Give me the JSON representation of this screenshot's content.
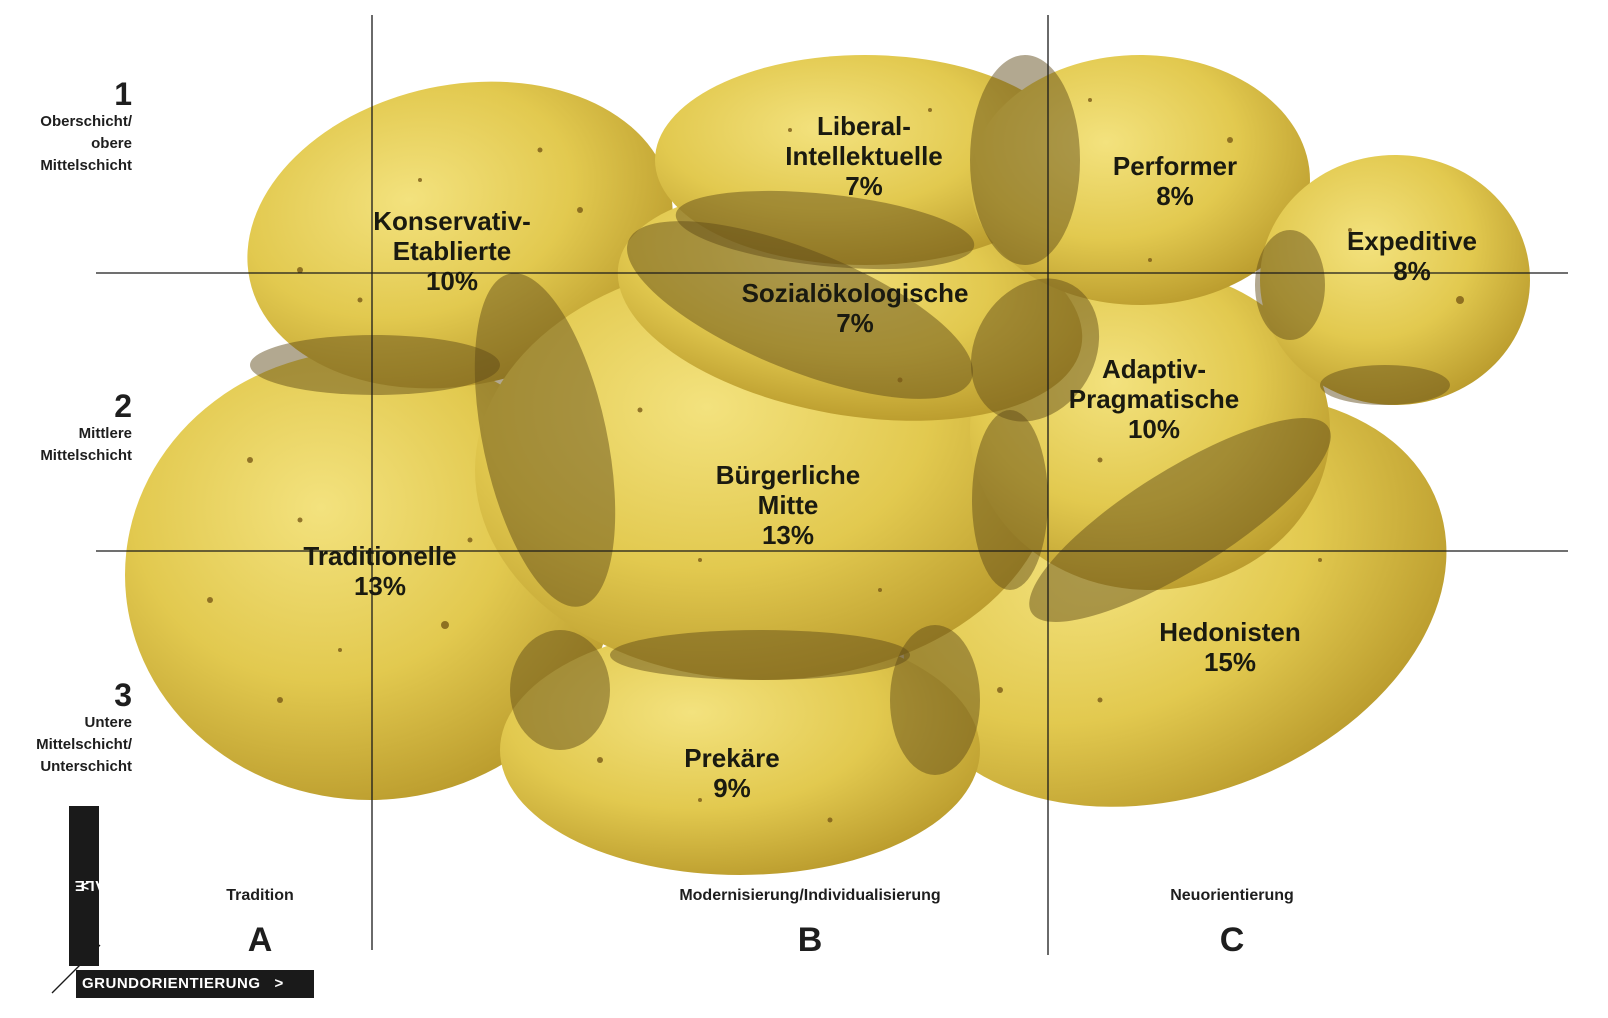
{
  "rows": [
    {
      "number": "1",
      "label_lines": [
        "Oberschicht/",
        "obere",
        "Mittelschicht"
      ]
    },
    {
      "number": "2",
      "label_lines": [
        "Mittlere",
        "Mittelschicht"
      ]
    },
    {
      "number": "3",
      "label_lines": [
        "Untere",
        "Mittelschicht/",
        "Unterschicht"
      ]
    }
  ],
  "columns": [
    {
      "letter": "A",
      "label": "Tradition"
    },
    {
      "letter": "B",
      "label": "Modernisierung/Individualisierung"
    },
    {
      "letter": "C",
      "label": "Neuorientierung"
    }
  ],
  "segments": [
    {
      "name_lines": [
        "Konservativ-",
        "Etablierte"
      ],
      "share": "10%"
    },
    {
      "name_lines": [
        "Liberal-",
        "Intellektuelle"
      ],
      "share": "7%"
    },
    {
      "name_lines": [
        "Performer"
      ],
      "share": "8%"
    },
    {
      "name_lines": [
        "Expeditive"
      ],
      "share": "8%"
    },
    {
      "name_lines": [
        "Sozialökologische"
      ],
      "share": "7%"
    },
    {
      "name_lines": [
        "Adaptiv-",
        "Pragmatische"
      ],
      "share": "10%"
    },
    {
      "name_lines": [
        "Bürgerliche",
        "Mitte"
      ],
      "share": "13%"
    },
    {
      "name_lines": [
        "Traditionelle"
      ],
      "share": "13%"
    },
    {
      "name_lines": [
        "Hedonisten"
      ],
      "share": "15%"
    },
    {
      "name_lines": [
        "Prekäre"
      ],
      "share": "9%"
    }
  ],
  "axes": {
    "y_label": "SOZIALE LAGE",
    "y_arrow": ">",
    "x_label": "GRUNDORIENTIERUNG",
    "x_arrow": ">"
  },
  "colors": {
    "potato_light": "#e8d46a",
    "potato_mid": "#d4b83c",
    "potato_dark": "#a88a22",
    "overlap": "#5e4a18",
    "gridline": "#1a1a1a"
  }
}
